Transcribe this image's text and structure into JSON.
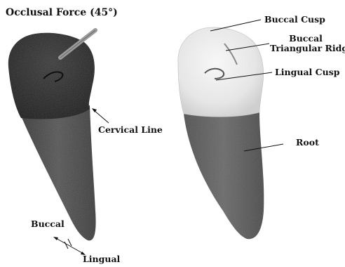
{
  "figure": {
    "left_tooth": {
      "occlusal_force_label": "Occlusal Force (45°)",
      "cervical_line_label": "Cervical Line",
      "buccal_label": "Buccal",
      "lingual_label": "Lingual"
    },
    "right_tooth": {
      "buccal_cusp_label": "Buccal Cusp",
      "buccal_ridge_label_line1": "Buccal",
      "buccal_ridge_label_line2": "Triangular Ridge",
      "lingual_cusp_label": "Lingual Cusp",
      "root_label": "Root"
    },
    "colors": {
      "crown_left": "#2a2a2a",
      "root_left": "#4a4a4a",
      "crown_right": "#e9e9e9",
      "root_right": "#5e5e5e",
      "force_rod": "#9a9a9a",
      "label_text": "#111111"
    }
  }
}
